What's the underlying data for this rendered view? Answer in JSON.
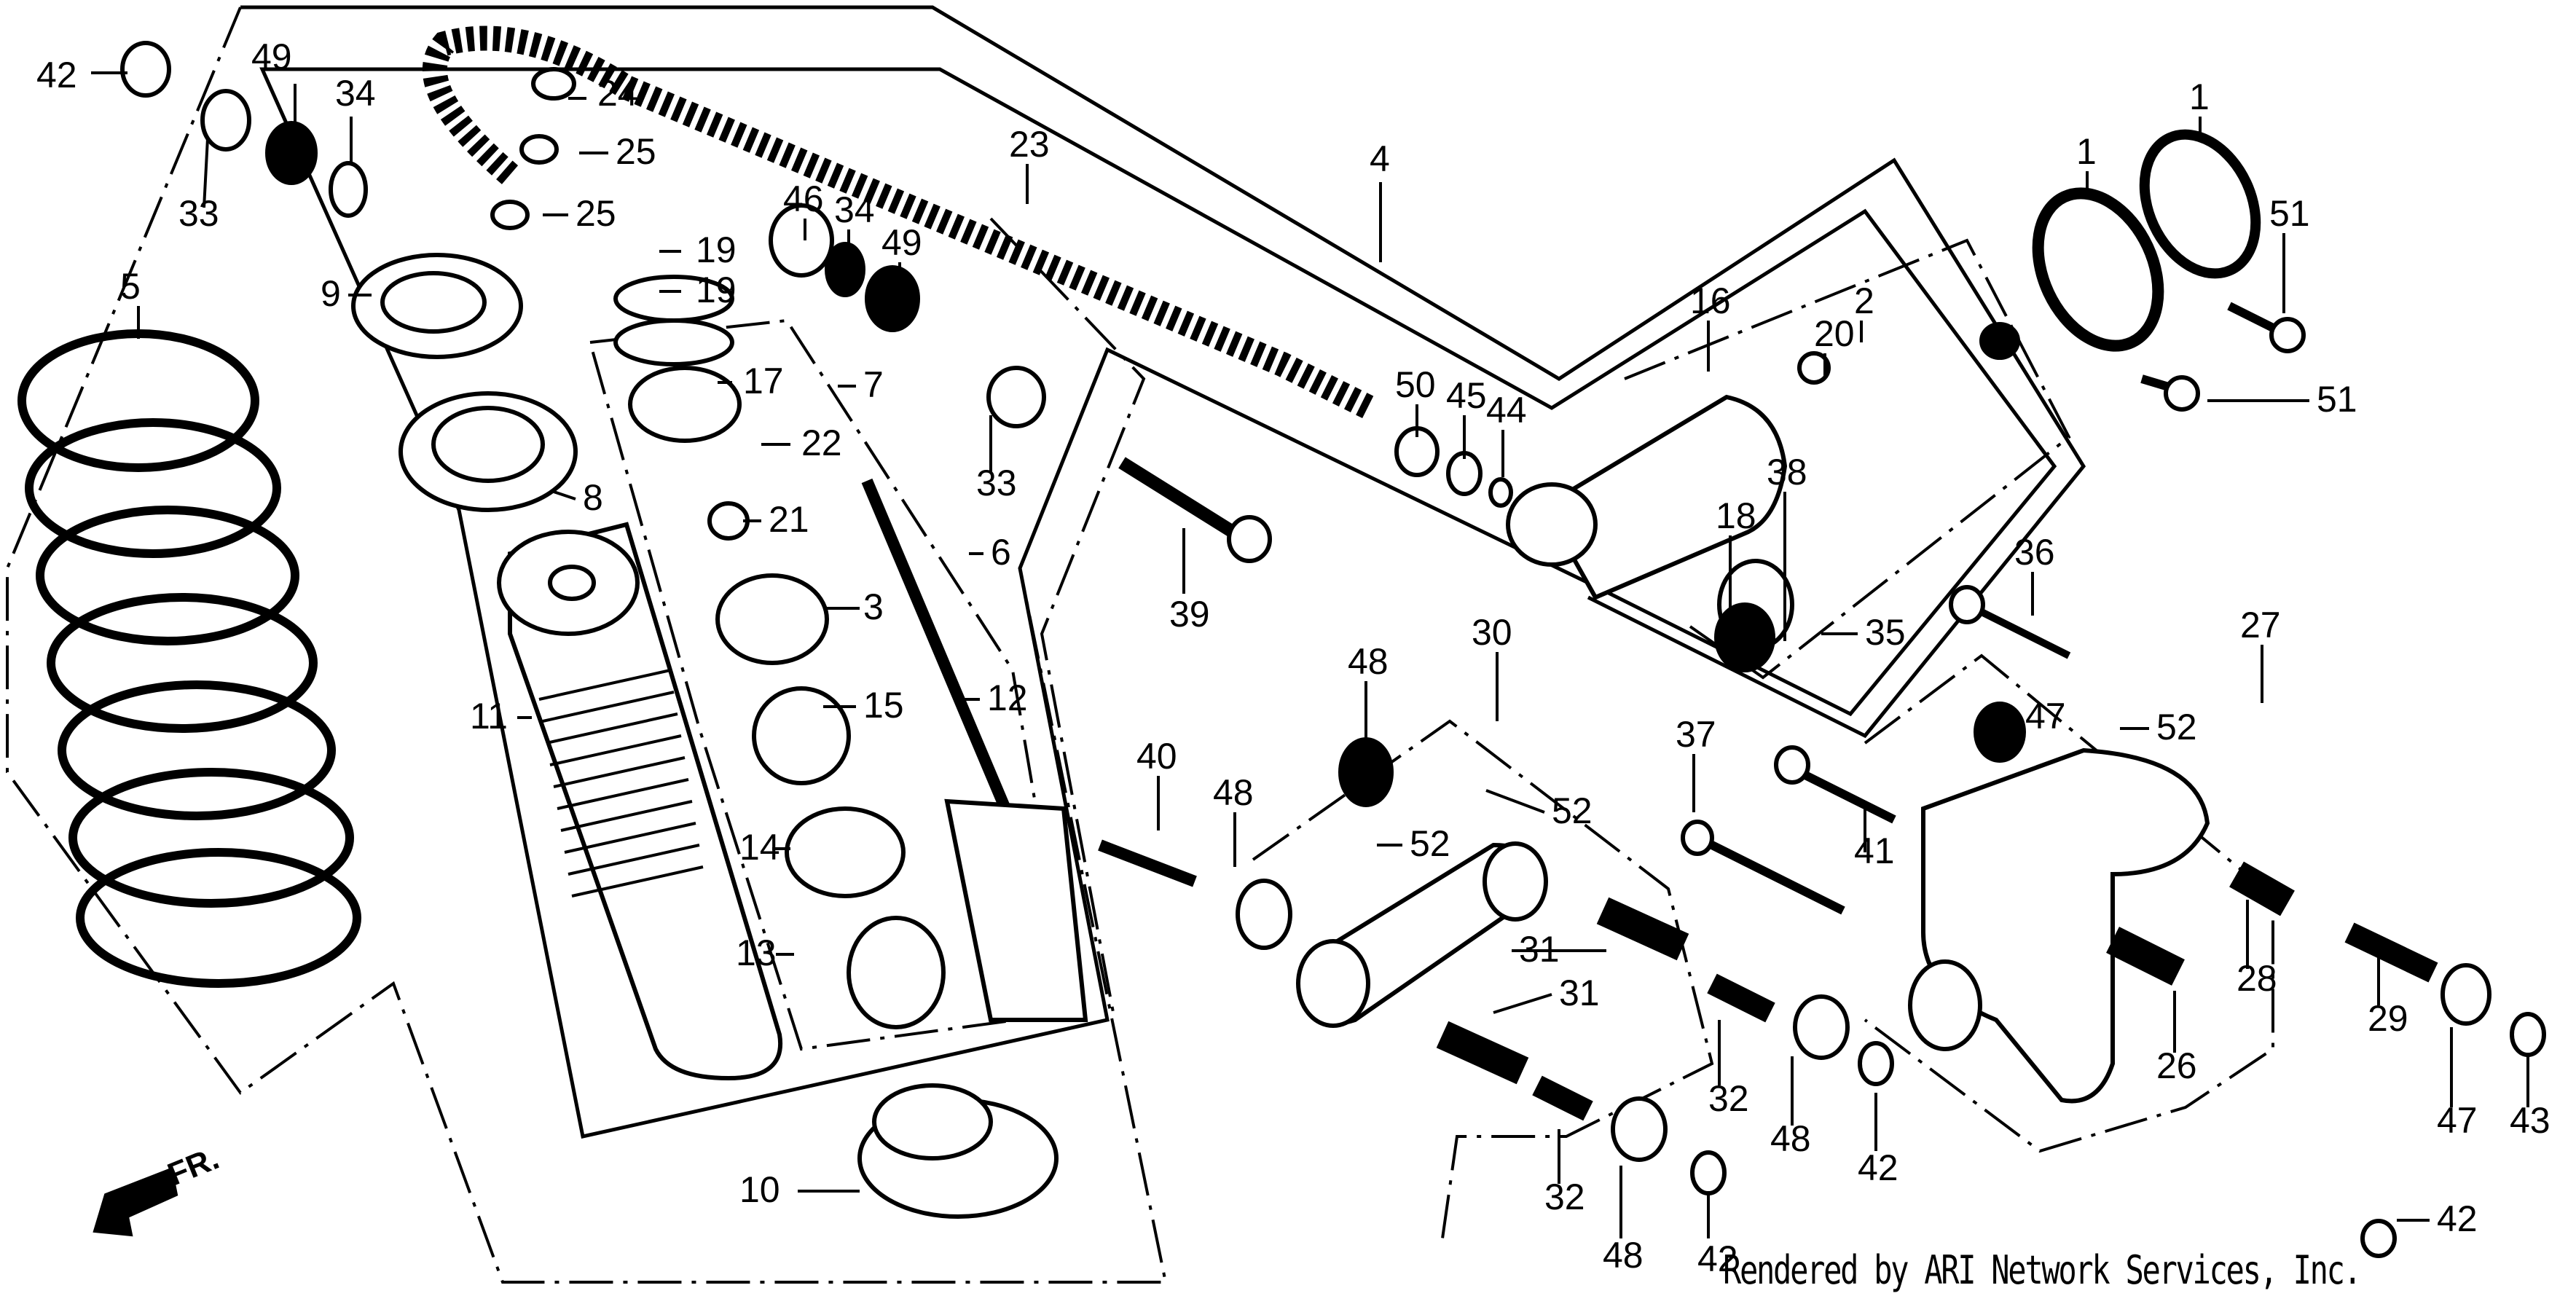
{
  "diagram": {
    "title": "Rear Shock Absorber / Suspension Linkage Exploded View",
    "direction_marker": "FR.",
    "watermark": "Rendered by ARI Network Services, Inc.",
    "callouts": [
      {
        "id": "c42a",
        "label": "42"
      },
      {
        "id": "c33a",
        "label": "33"
      },
      {
        "id": "c49a",
        "label": "49"
      },
      {
        "id": "c34a",
        "label": "34"
      },
      {
        "id": "c5",
        "label": "5"
      },
      {
        "id": "c9",
        "label": "9"
      },
      {
        "id": "c8",
        "label": "8"
      },
      {
        "id": "c24",
        "label": "24"
      },
      {
        "id": "c25a",
        "label": "25"
      },
      {
        "id": "c25b",
        "label": "25"
      },
      {
        "id": "c19a",
        "label": "19"
      },
      {
        "id": "c19b",
        "label": "19"
      },
      {
        "id": "c17",
        "label": "17"
      },
      {
        "id": "c22",
        "label": "22"
      },
      {
        "id": "c7",
        "label": "7"
      },
      {
        "id": "c21",
        "label": "21"
      },
      {
        "id": "c3",
        "label": "3"
      },
      {
        "id": "c15",
        "label": "15"
      },
      {
        "id": "c14",
        "label": "14"
      },
      {
        "id": "c13",
        "label": "13"
      },
      {
        "id": "c11",
        "label": "11"
      },
      {
        "id": "c12",
        "label": "12"
      },
      {
        "id": "c6",
        "label": "6"
      },
      {
        "id": "c10",
        "label": "10"
      },
      {
        "id": "c46",
        "label": "46"
      },
      {
        "id": "c34b",
        "label": "34"
      },
      {
        "id": "c49b",
        "label": "49"
      },
      {
        "id": "c23",
        "label": "23"
      },
      {
        "id": "c4",
        "label": "4"
      },
      {
        "id": "c33b",
        "label": "33"
      },
      {
        "id": "c39",
        "label": "39"
      },
      {
        "id": "c50",
        "label": "50"
      },
      {
        "id": "c45",
        "label": "45"
      },
      {
        "id": "c44",
        "label": "44"
      },
      {
        "id": "c16",
        "label": "16"
      },
      {
        "id": "c20",
        "label": "20"
      },
      {
        "id": "c2",
        "label": "2"
      },
      {
        "id": "c1a",
        "label": "1"
      },
      {
        "id": "c1b",
        "label": "1"
      },
      {
        "id": "c51a",
        "label": "51"
      },
      {
        "id": "c51b",
        "label": "51"
      },
      {
        "id": "c18",
        "label": "18"
      },
      {
        "id": "c38",
        "label": "38"
      },
      {
        "id": "c35",
        "label": "35"
      },
      {
        "id": "c36",
        "label": "36"
      },
      {
        "id": "c27",
        "label": "27"
      },
      {
        "id": "c47a",
        "label": "47"
      },
      {
        "id": "c52a",
        "label": "52"
      },
      {
        "id": "c48a",
        "label": "48"
      },
      {
        "id": "c30",
        "label": "30"
      },
      {
        "id": "c52b",
        "label": "52"
      },
      {
        "id": "c52c",
        "label": "52"
      },
      {
        "id": "c40",
        "label": "40"
      },
      {
        "id": "c48b",
        "label": "48"
      },
      {
        "id": "c37",
        "label": "37"
      },
      {
        "id": "c41",
        "label": "41"
      },
      {
        "id": "c31a",
        "label": "31"
      },
      {
        "id": "c31b",
        "label": "31"
      },
      {
        "id": "c32a",
        "label": "32"
      },
      {
        "id": "c32b",
        "label": "32"
      },
      {
        "id": "c48c",
        "label": "48"
      },
      {
        "id": "c48d",
        "label": "48"
      },
      {
        "id": "c42b",
        "label": "42"
      },
      {
        "id": "c42c",
        "label": "42"
      },
      {
        "id": "c28",
        "label": "28"
      },
      {
        "id": "c26",
        "label": "26"
      },
      {
        "id": "c29",
        "label": "29"
      },
      {
        "id": "c47b",
        "label": "47"
      },
      {
        "id": "c43",
        "label": "43"
      },
      {
        "id": "c42d",
        "label": "42"
      }
    ]
  }
}
